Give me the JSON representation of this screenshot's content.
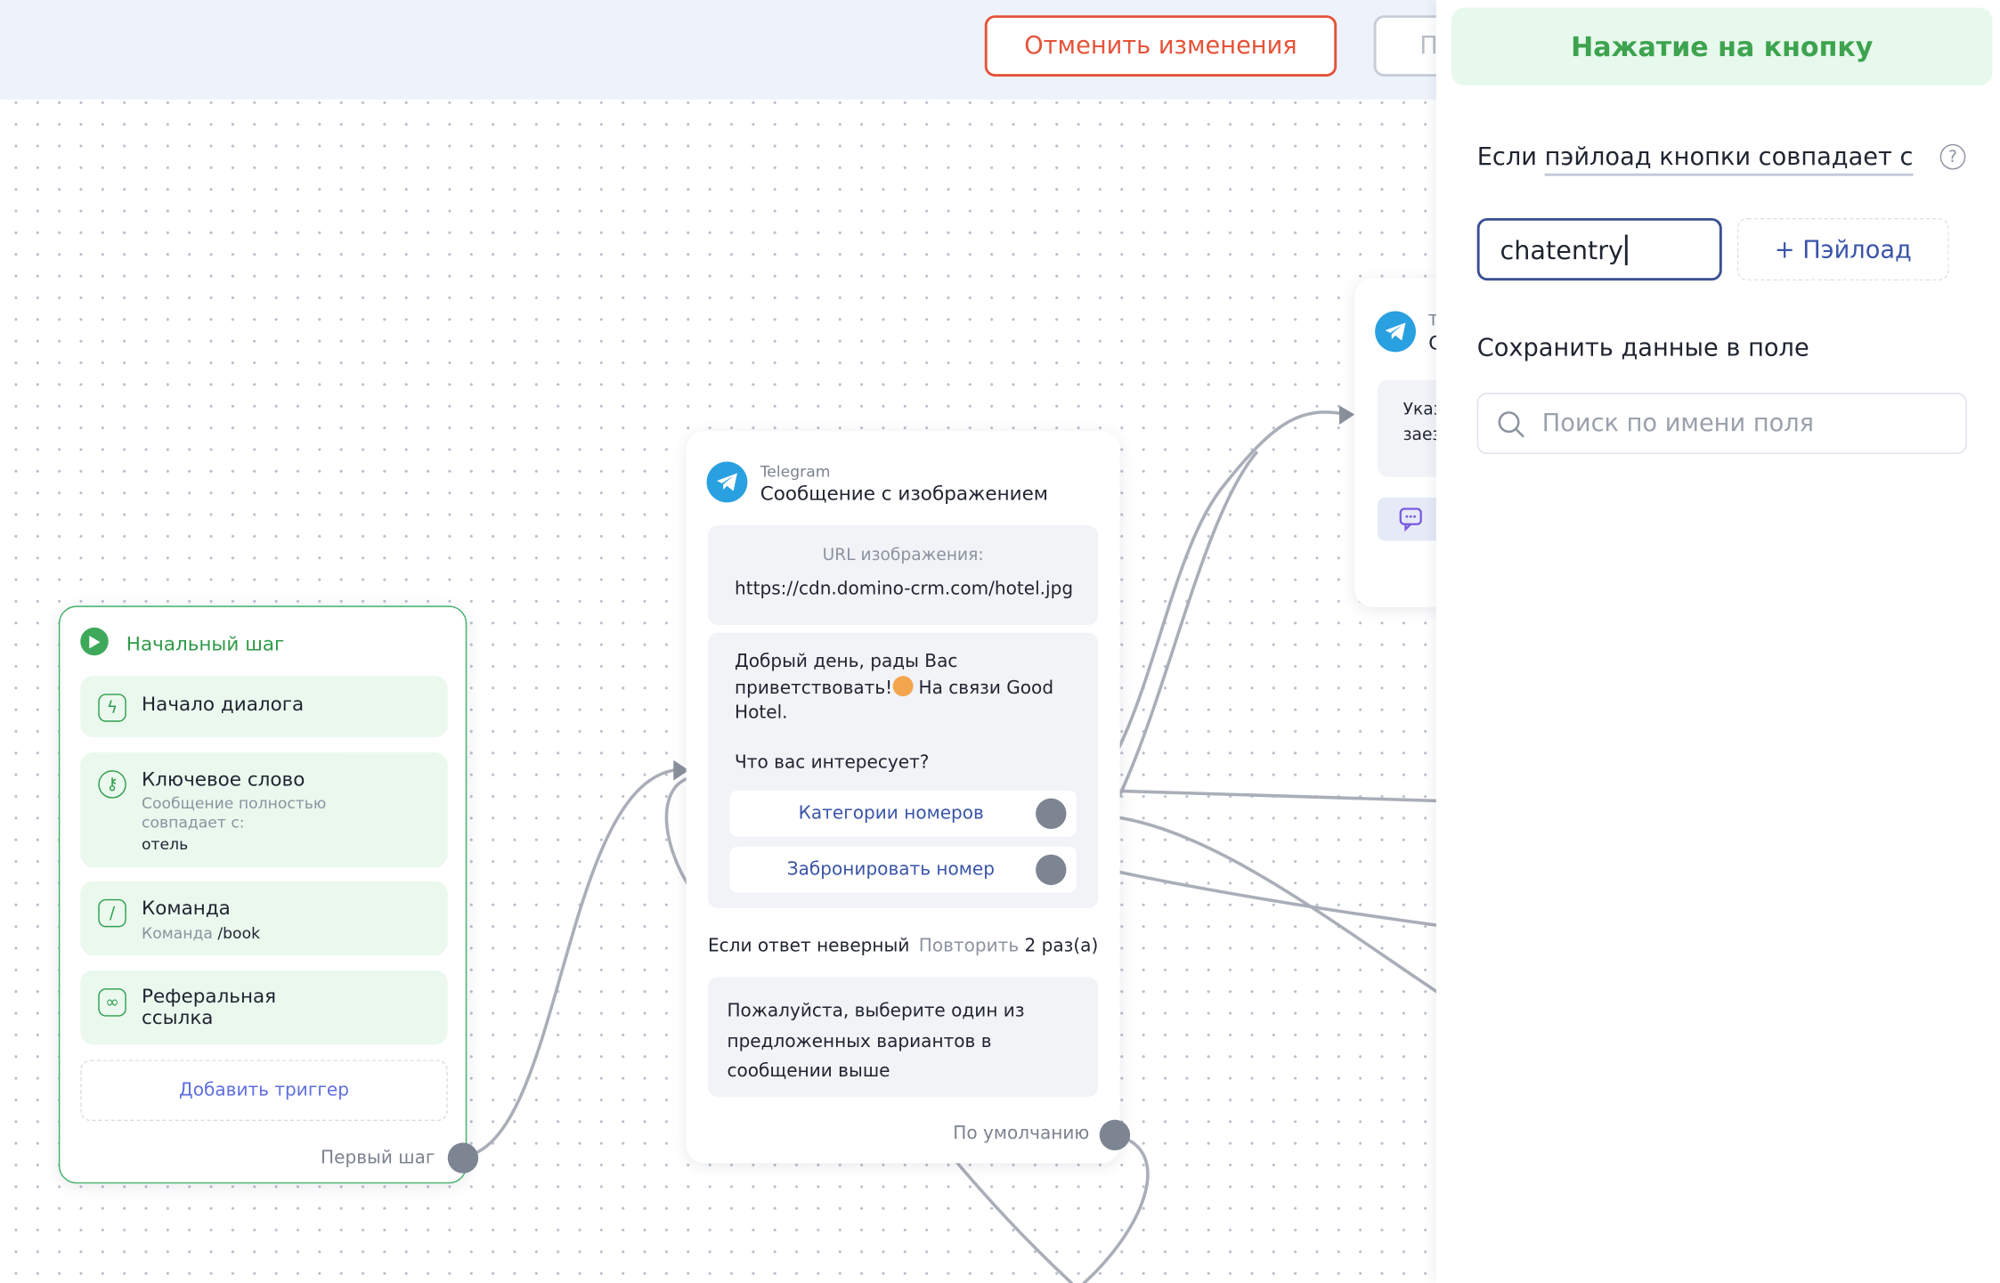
{
  "toolbar": {
    "cancel_label": "Отменить изменения",
    "next_label": "П"
  },
  "start_node": {
    "title": "Начальный шаг",
    "triggers": [
      {
        "title": "Начало диалога",
        "icon": "lightning-icon"
      },
      {
        "title": "Ключевое слово",
        "subtitle": "Сообщение полностью совпадает с:",
        "value": "отель",
        "icon": "key-icon"
      },
      {
        "title": "Команда",
        "subtitle": "Команда",
        "value": "/book",
        "icon": "slash-icon"
      },
      {
        "title": "Реферальная ссылка",
        "icon": "link-icon"
      }
    ],
    "add_trigger_label": "Добавить триггер",
    "first_step_label": "Первый шаг"
  },
  "message_node": {
    "source": "Telegram",
    "title": "Сообщение с изображением",
    "image_url_label": "URL изображения:",
    "image_url": "https://cdn.domino-crm.com/hotel.jpg",
    "text_line1": "Добрый день, рады Вас",
    "text_line2_a": "приветствовать!",
    "text_line2_b": " На связи Good",
    "text_line3": "Hotel.",
    "text_line4": "Что вас интересует?",
    "buttons": [
      "Категории номеров",
      "Забронировать номер"
    ],
    "error_label": "Если ответ неверный",
    "repeat_label": "Повторить",
    "repeat_count": "2 раз(а)",
    "error_text": "Пожалуйста, выберите один из предложенных вариантов в сообщении выше",
    "default_label": "По умолчанию"
  },
  "partial_node": {
    "source": "Т",
    "title": "С",
    "text_line1": "Указ",
    "text_line2": "заез"
  },
  "panel": {
    "title": "Нажатие на кнопку",
    "condition_prefix": "Если ",
    "condition_link": "пэйлоад кнопки совпадает с",
    "payload_value": "chatentry",
    "add_payload_label": "+ Пэйлоад",
    "save_label": "Сохранить данные в поле",
    "search_placeholder": "Поиск по имени поля"
  },
  "colors": {
    "accent_green": "#3da34f",
    "danger": "#e5533a",
    "link_blue": "#3a55a8",
    "telegram": "#29a0e0",
    "topbar_bg": "#eef2fa"
  }
}
